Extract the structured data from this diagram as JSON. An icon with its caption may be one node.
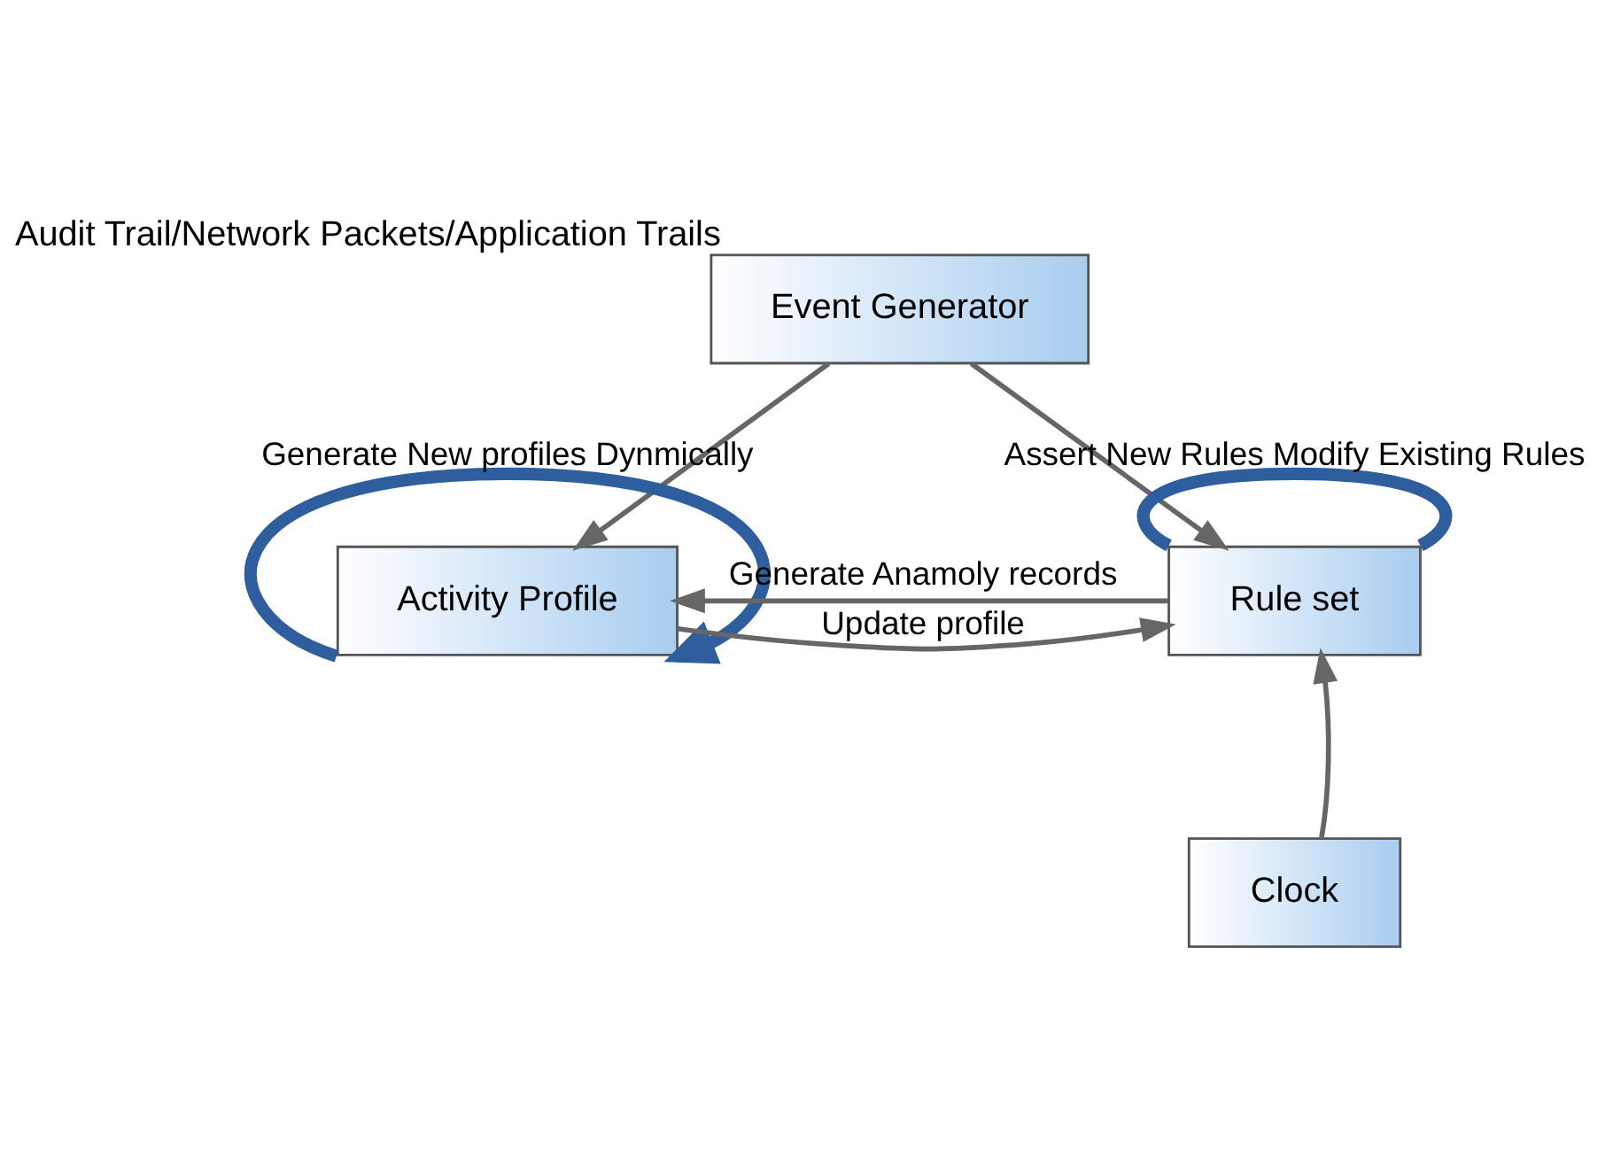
{
  "diagram": {
    "nodes": [
      {
        "text": [
          "Event Generator"
        ],
        "beside": [
          "Audit Trail/Network Packets/Application Trails"
        ]
      },
      {
        "text": [
          "Activity Profile"
        ]
      },
      {
        "text": [
          "Rule set"
        ]
      },
      {
        "text": [
          "Clock"
        ]
      }
    ],
    "edges": [
      {
        "from": 0,
        "to": 1,
        "arrow": "to"
      },
      {
        "from": 0,
        "to": 2,
        "arrow": "to"
      },
      {
        "from": 1,
        "to": 2,
        "arrow": "to",
        "label": "Update profile"
      },
      {
        "from": 2,
        "to": 1,
        "arrow": "to",
        "label": "Generate Anamoly records"
      },
      {
        "from": 3,
        "to": 2,
        "arrow": "to"
      },
      {
        "from": 2,
        "to": 2,
        "arrow": "none",
        "label": "Assert New Rules Modify Existing Rules",
        "style": "thick",
        "color": "#2e5e9e"
      },
      {
        "from": 1,
        "to": 1,
        "arrow": "to",
        "label": "Generate New profiles Dynmically",
        "style": "thick",
        "color": "#2e5e9e"
      }
    ]
  }
}
